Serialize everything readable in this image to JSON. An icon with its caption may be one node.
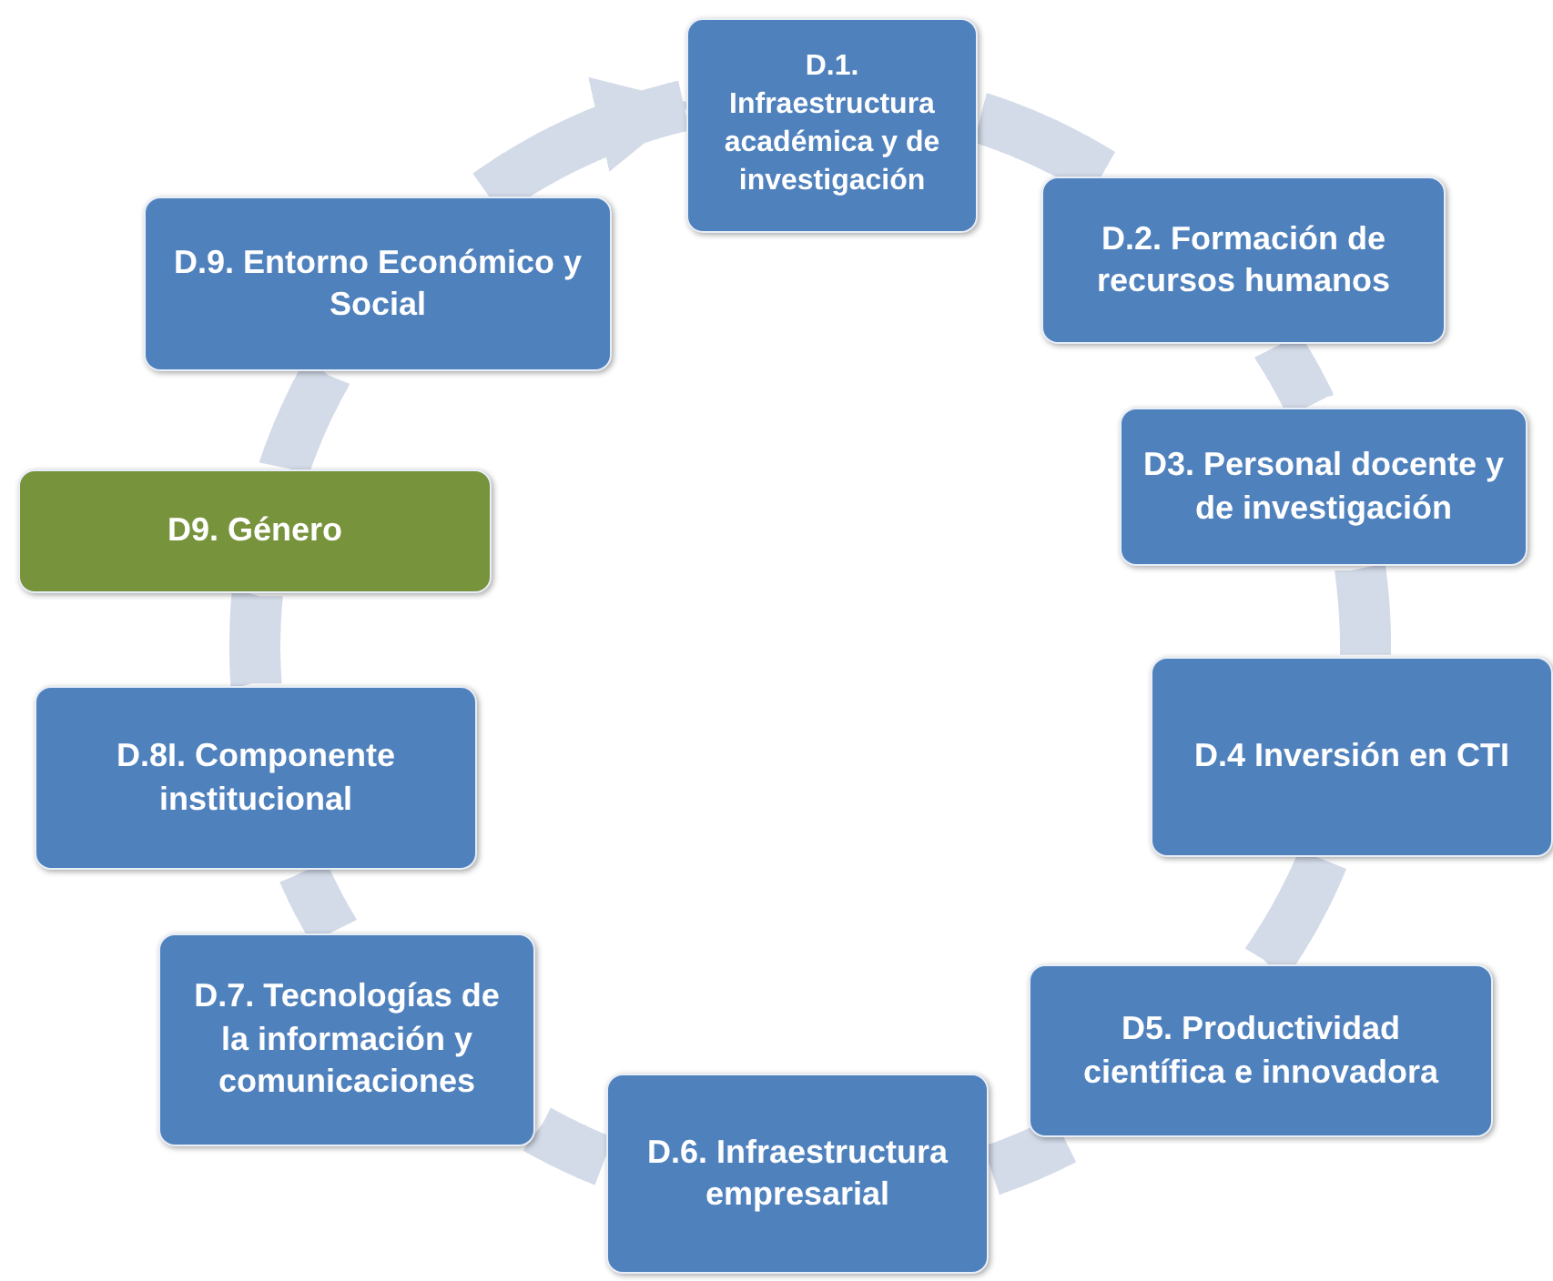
{
  "diagram": {
    "nodes": [
      {
        "text": [
          "D.1. Infraestructura académica y de investigación"
        ]
      },
      {
        "text": [
          "D.2. Formación de recursos humanos"
        ]
      },
      {
        "text": [
          "D3. Personal docente y de investigación"
        ]
      },
      {
        "text": [
          "D.4 Inversión en CTI"
        ]
      },
      {
        "text": [
          "D5. Productividad científica e innovadora"
        ]
      },
      {
        "text": [
          "D.6. Infraestructura empresarial"
        ]
      },
      {
        "text": [
          "D.7. Tecnologías de la información y comunicaciones"
        ]
      },
      {
        "text": [
          "D.8I. Componente institucional"
        ]
      },
      {
        "text": [
          "D9. Género"
        ]
      },
      {
        "text": [
          "D.9. Entorno Económico y Social"
        ]
      }
    ],
    "edges": [
      {
        "from": 0,
        "to": 1,
        "arrow": "none"
      },
      {
        "from": 1,
        "to": 2,
        "arrow": "none"
      },
      {
        "from": 2,
        "to": 3,
        "arrow": "none"
      },
      {
        "from": 3,
        "to": 4,
        "arrow": "none"
      },
      {
        "from": 4,
        "to": 5,
        "arrow": "none"
      },
      {
        "from": 5,
        "to": 6,
        "arrow": "none"
      },
      {
        "from": 6,
        "to": 7,
        "arrow": "none"
      },
      {
        "from": 7,
        "to": 8,
        "arrow": "none"
      },
      {
        "from": 8,
        "to": 9,
        "arrow": "none"
      },
      {
        "from": 9,
        "to": 0,
        "arrow": "to"
      }
    ]
  }
}
